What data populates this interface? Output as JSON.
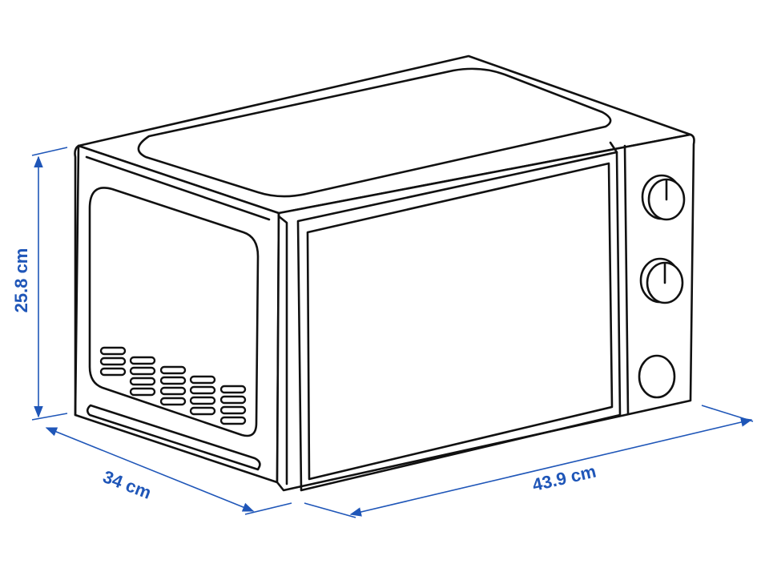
{
  "colors": {
    "line": "#111111",
    "dimension": "#1f56b8",
    "background": "#ffffff"
  },
  "dimensions": {
    "height": "25.8 cm",
    "depth": "34 cm",
    "width": "43.9 cm"
  },
  "icons": [
    "microwave-outline",
    "control-knob",
    "vent-slot",
    "dimension-arrow"
  ]
}
